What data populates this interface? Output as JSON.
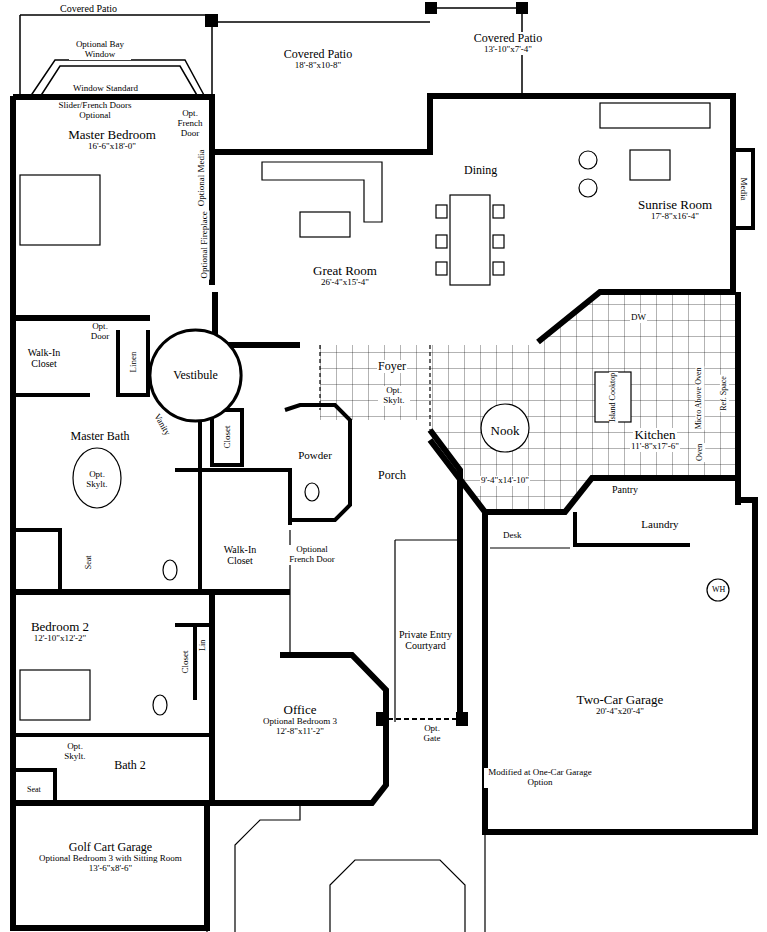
{
  "diagram": {
    "nodes": [
      {
        "text": [
          "Covered Patio",
          "18'-8\"x10-8\""
        ]
      },
      {
        "text": [
          "Covered Patio",
          "13'-10\"x7'-4\""
        ]
      },
      {
        "text": [
          "Master Bedroom",
          "16'-6\"x18'-0\""
        ]
      },
      {
        "text": [
          "Great Room",
          "26'-4\"x15'-4\""
        ]
      },
      {
        "text": [
          "Sunrise Room",
          "17'-8\"x16'-4\""
        ]
      },
      {
        "text": [
          "Walk-In Closet"
        ]
      },
      {
        "text": [
          "Vestibule"
        ]
      },
      {
        "text": [
          "Foyer"
        ]
      },
      {
        "text": [
          "Nook",
          "9'-4\"x14'-10\""
        ]
      },
      {
        "text": [
          "Kitchen",
          "11'-8\"x17'-6\""
        ]
      },
      {
        "text": [
          "Master Bath"
        ]
      },
      {
        "text": [
          "Powder"
        ]
      },
      {
        "text": [
          "Porch"
        ]
      },
      {
        "text": [
          "Pantry"
        ]
      },
      {
        "text": [
          "Laundry"
        ]
      },
      {
        "text": [
          "Walk-In Closet"
        ]
      },
      {
        "text": [
          "Private Entry Courtyard"
        ]
      },
      {
        "text": [
          "Bedroom 2",
          "12'-10\"x12'-2\""
        ]
      },
      {
        "text": [
          "Office",
          "Optional Bedroom 3",
          "12'-8\"x11'-2\""
        ]
      },
      {
        "text": [
          "Two-Car Garage",
          "20'-4\"x20'-4\""
        ]
      },
      {
        "text": [
          "Bath 2"
        ]
      },
      {
        "text": [
          "Golf Cart Garage",
          "Optional Bedroom 3 with Sitting Room",
          "13'-6\"x8'-6\""
        ]
      }
    ],
    "labels": [
      "Covered Patio",
      "Optional Bay Window",
      "Window Standard",
      "Slider/French Doors Optional",
      "Opt. French Door",
      "Optional Media",
      "Optional Fireplace",
      "Dining",
      "Media",
      "DW",
      "Opt. Door",
      "Linen",
      "Opt. Skylt.",
      "Island Cooktop",
      "Micro Above Oven",
      "Ref. Space",
      "Oven",
      "Vanity",
      "Closet",
      "Opt. Skylt.",
      "Seat",
      "Desk",
      "WH",
      "Optional French Door",
      "Closet",
      "Lin",
      "Opt. Gate",
      "Modified at One-Car Garage Option",
      "Opt. Skylt.",
      "Seat"
    ]
  }
}
